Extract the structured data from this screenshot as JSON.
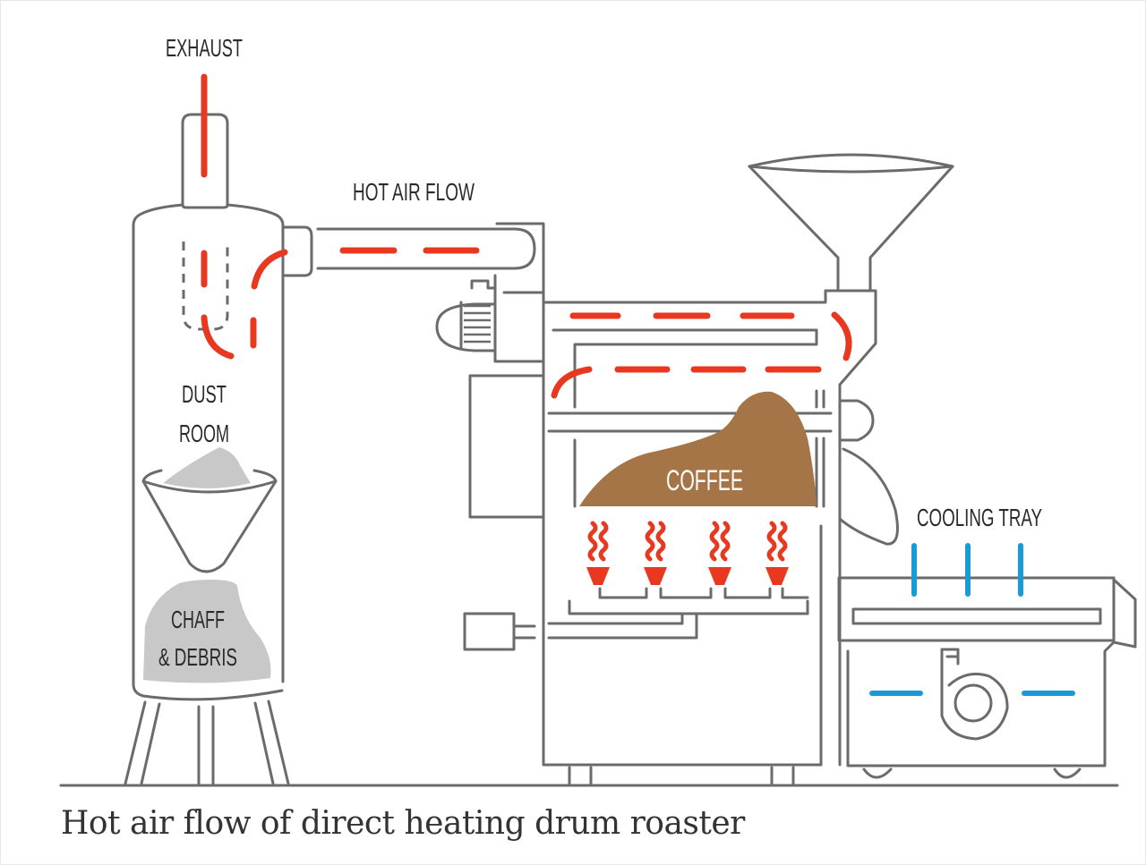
{
  "diagram": {
    "title_caption": "Hot air flow of direct heating drum roaster",
    "labels": {
      "exhaust": "EXHAUST",
      "hot_air_flow": "HOT AIR FLOW",
      "dust_room_line1": "DUST",
      "dust_room_line2": "ROOM",
      "chaff_line1": "CHAFF",
      "chaff_line2": "& DEBRIS",
      "coffee": "COFFEE",
      "cooling_tray": "COOLING TRAY"
    },
    "components": [
      {
        "id": "cyclone",
        "name": "Chaff collector / cyclone"
      },
      {
        "id": "exhaust-pipe",
        "name": "Exhaust pipe"
      },
      {
        "id": "air-duct",
        "name": "Hot air duct"
      },
      {
        "id": "fan-motor",
        "name": "Fan motor"
      },
      {
        "id": "hopper",
        "name": "Bean hopper"
      },
      {
        "id": "drum",
        "name": "Roasting drum"
      },
      {
        "id": "burners",
        "name": "Gas burners",
        "count": 4
      },
      {
        "id": "gas-valve",
        "name": "Gas valve box"
      },
      {
        "id": "cooling-tray",
        "name": "Cooling tray"
      },
      {
        "id": "cooling-fan",
        "name": "Cooling fan"
      }
    ],
    "colors": {
      "line": "#6b6b6b",
      "hot_air": "#e8381f",
      "cool_air": "#1a9ad6",
      "coffee": "#a57548",
      "chaff": "#c8c8c8",
      "label_text": "#2b2b2b",
      "coffee_text": "#ffffff"
    }
  }
}
